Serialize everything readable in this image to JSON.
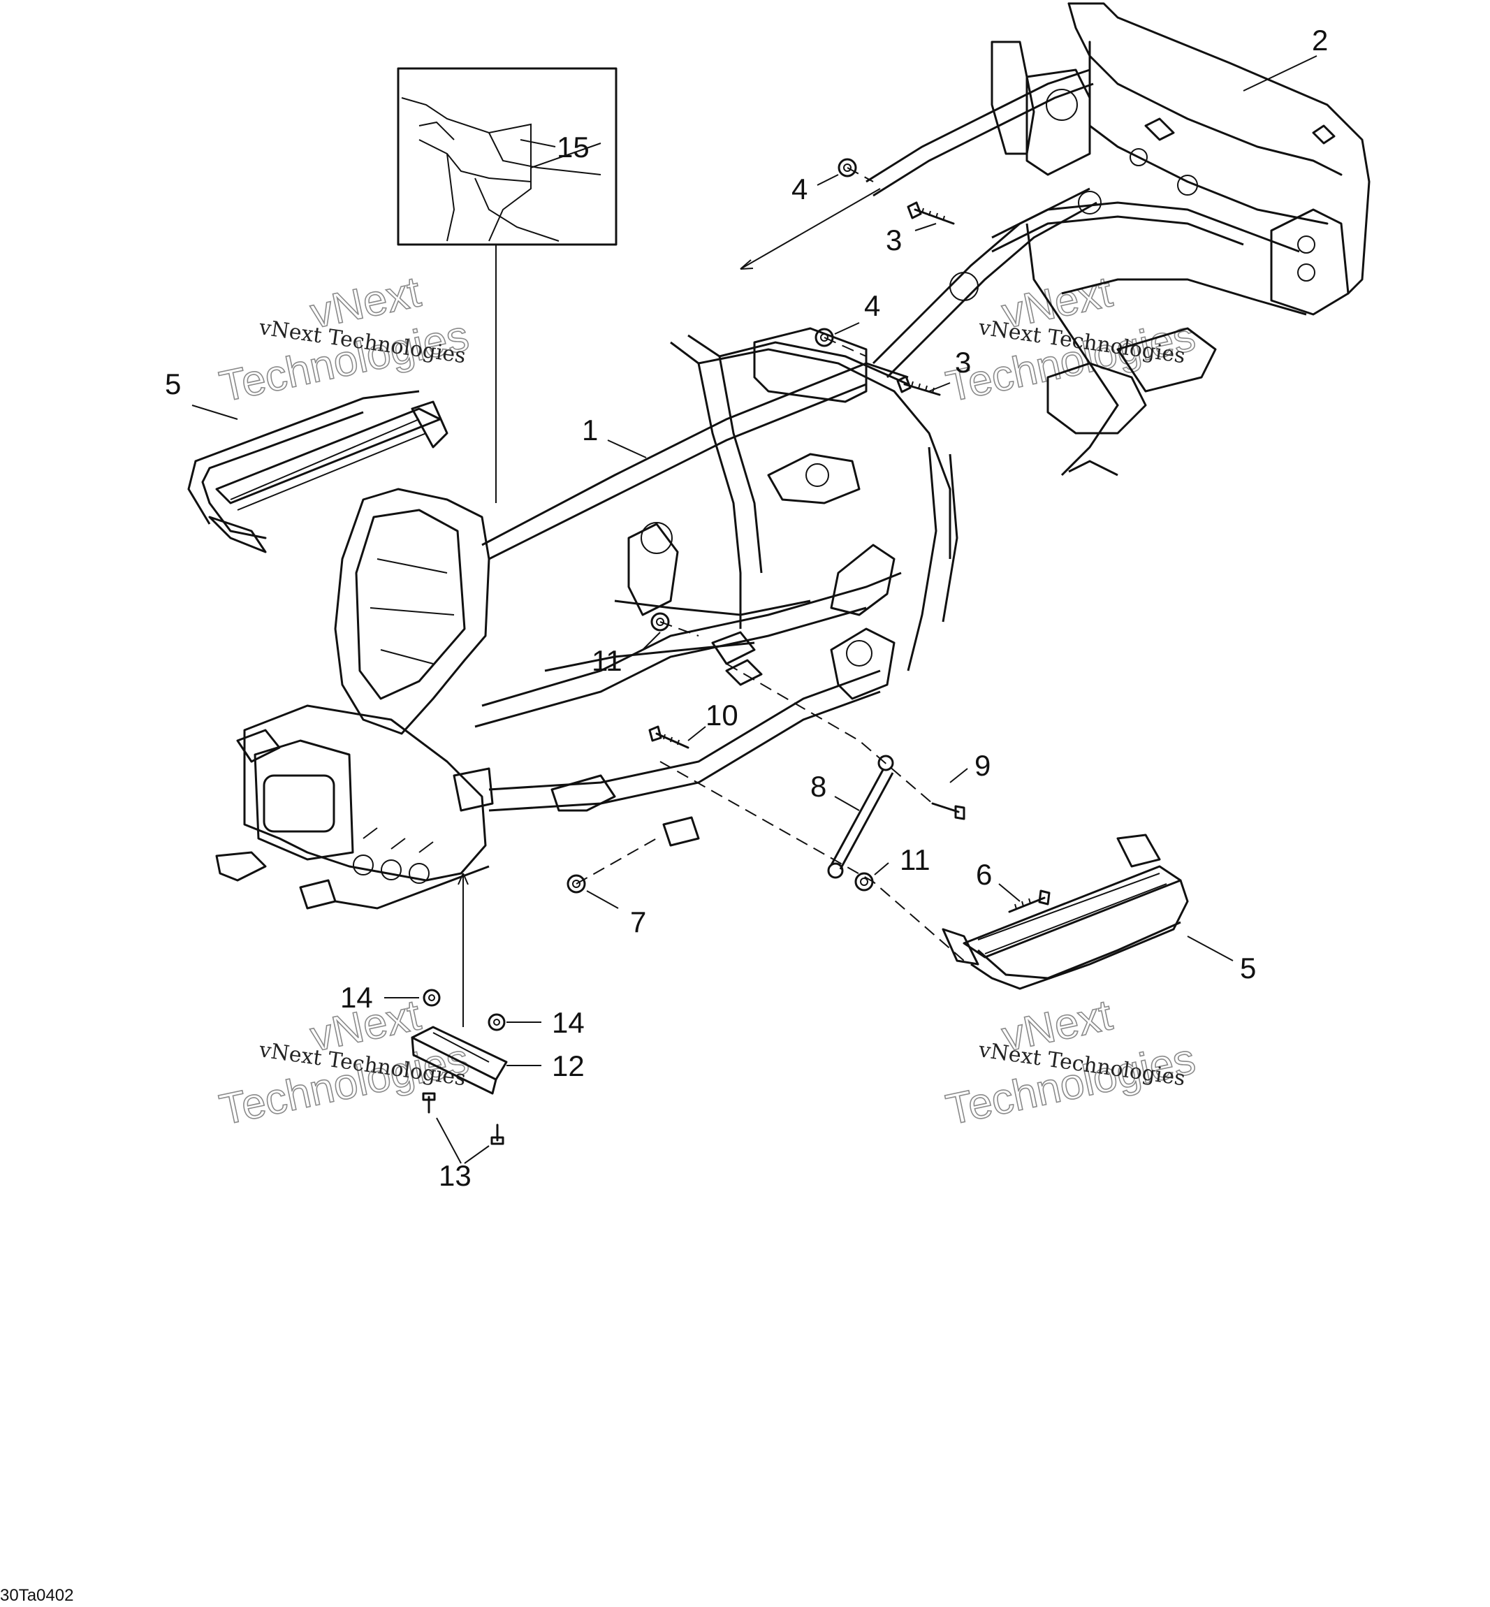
{
  "diagram": {
    "callouts": [
      "1",
      "2",
      "3",
      "3",
      "4",
      "4",
      "5",
      "5",
      "6",
      "7",
      "8",
      "9",
      "10",
      "11",
      "11",
      "12",
      "13",
      "14",
      "14",
      "15"
    ],
    "watermark": {
      "line1": "vNext Technologies",
      "big_top": "vNext",
      "big_bottom": "Technologies"
    },
    "reference_code": "30Ta0402"
  }
}
